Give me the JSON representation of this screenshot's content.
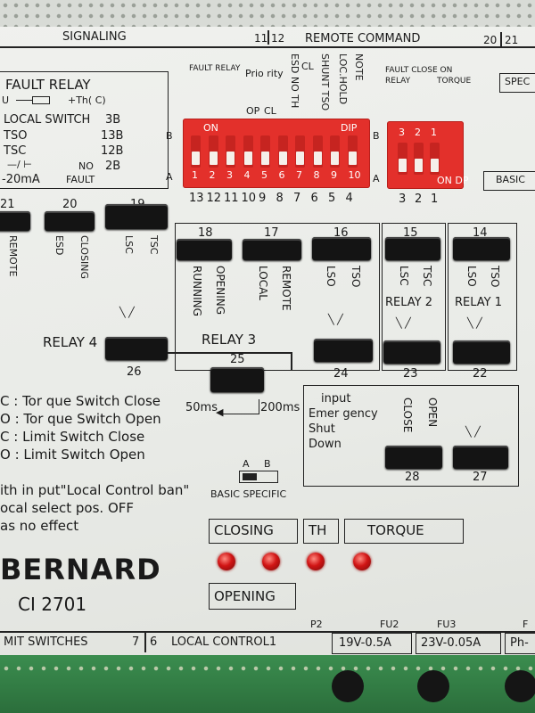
{
  "header": {
    "signaling": "SIGNALING",
    "num_11": "11",
    "num_12": "12",
    "remote_command": "REMOTE COMMAND",
    "num_20": "20",
    "num_21": "21"
  },
  "fault_relay": {
    "title": "FAULT RELAY",
    "th_line": "+Th( C)",
    "local_switch": "LOCAL SWITCH",
    "code_3b": "3B",
    "tso": "TSO",
    "code_13b": "13B",
    "tsc": "TSC",
    "code_12b": "12B",
    "ma": "-20mA",
    "no": "NO",
    "code_2b": "2B",
    "fault": "FAULT"
  },
  "dip_main": {
    "top_labels": [
      "FAULT RELAY",
      "Prio rity",
      "ESD NO TH",
      "CL",
      "SHUNT TSO",
      "LOC.HOLD",
      "NOTE"
    ],
    "op_cl": [
      "OP",
      "CL"
    ],
    "on": "ON",
    "dip": "DIP",
    "switch_numbers": [
      "1",
      "2",
      "3",
      "4",
      "5",
      "6",
      "7",
      "8",
      "9",
      "10"
    ],
    "pin_numbers": [
      "13",
      "12",
      "11",
      "10",
      "9",
      "8",
      "7",
      "6",
      "5",
      "4"
    ],
    "side_a": "A",
    "side_b": "B"
  },
  "dip_small": {
    "labels": "FAULT CLOSE ON",
    "labels2": "RELAY",
    "torque": "TORQUE",
    "switch_numbers": [
      "3",
      "2",
      "1"
    ],
    "on_dp": "ON DP",
    "pin_numbers": [
      "3",
      "2",
      "1"
    ],
    "side_a": "A",
    "side_b": "B",
    "spec": "SPEC",
    "basic": "BASIC"
  },
  "jumpers": {
    "j21": "21",
    "remote": "REMOTE",
    "j20": "20",
    "esd": "ESD",
    "closing": "CLOSING",
    "j19": "19",
    "lsc": "LSC",
    "tsc": "TSC",
    "j18": "18",
    "running": "RUNNING",
    "opening": "OPENING",
    "j17": "17",
    "local": "LOCAL",
    "remote17": "REMOTE",
    "j16": "16",
    "lso": "LSO",
    "tso": "TSO",
    "j15": "15",
    "lsc15": "LSC",
    "tsc15": "TSC",
    "relay2": "RELAY 2",
    "j14": "14",
    "lso14": "LSO",
    "tso14": "TSO",
    "relay1": "RELAY 1",
    "relay4": "RELAY 4",
    "j26": "26",
    "relay3": "RELAY 3",
    "j25": "25",
    "t50": "50ms",
    "t200": "200ms",
    "j24": "24",
    "j23": "23",
    "j22": "22",
    "esd_input": [
      "input",
      "Emer gency",
      "Shut",
      "Down"
    ],
    "close": "CLOSE",
    "open": "OPEN",
    "j28": "28",
    "j27": "27"
  },
  "legend": [
    "C : Tor que Switch Close",
    "O : Tor que Switch Open",
    "C : Limit Switch Close",
    "O : Limit Switch Open"
  ],
  "notes": [
    "ith in put\"Local Control ban\"",
    "ocal select pos. OFF",
    "as no effect"
  ],
  "ab_switch": {
    "a": "A",
    "b": "B",
    "caption": "BASIC SPECIFIC"
  },
  "leds": {
    "closing": "CLOSING",
    "opening": "OPENING",
    "th": "TH",
    "torque": "TORQUE"
  },
  "brand": {
    "name": "BERNARD",
    "model": "CI  2701"
  },
  "footer": {
    "p2": "P2",
    "limit_switches": "MIT SWITCHES",
    "num_7": "7",
    "num_6": "6",
    "local_control": "LOCAL CONTROL1",
    "fu2": "FU2",
    "fu2_rating": "19V-0.5A",
    "fu3": "FU3",
    "fu3_rating": "23V-0.05A",
    "fu4": "Ph-",
    "fu_cut": "F"
  },
  "colors": {
    "dip_red": "#e3302b",
    "led_red": "#d11515",
    "pcb_green": "#2b6e3b"
  }
}
